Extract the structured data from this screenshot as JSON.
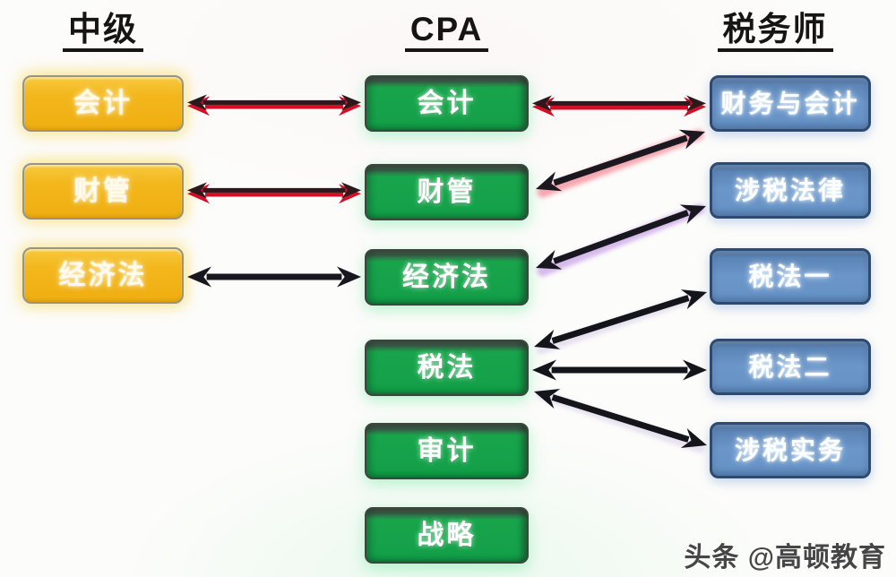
{
  "columns": [
    {
      "label": "中级",
      "box_color": "#f2b51d",
      "items": [
        {
          "id": "zhongji-kuaiji",
          "label": "会计"
        },
        {
          "id": "zhongji-caiguan",
          "label": "财管"
        },
        {
          "id": "zhongji-jingjifa",
          "label": "经济法"
        }
      ]
    },
    {
      "label": "CPA",
      "box_color": "#14a149",
      "items": [
        {
          "id": "cpa-kuaiji",
          "label": "会计"
        },
        {
          "id": "cpa-caiguan",
          "label": "财管"
        },
        {
          "id": "cpa-jingjifa",
          "label": "经济法"
        },
        {
          "id": "cpa-shuifa",
          "label": "税法"
        },
        {
          "id": "cpa-shenji",
          "label": "审计"
        },
        {
          "id": "cpa-zhanlve",
          "label": "战略"
        }
      ]
    },
    {
      "label": "税务师",
      "box_color": "#6491c4",
      "items": [
        {
          "id": "sws-caiwuyukuaiji",
          "label": "财务与会计"
        },
        {
          "id": "sws-sheshuifalv",
          "label": "涉税法律"
        },
        {
          "id": "sws-shuifa1",
          "label": "税法一"
        },
        {
          "id": "sws-shuifa2",
          "label": "税法二"
        },
        {
          "id": "sws-sheshuishiwu",
          "label": "涉税实务"
        }
      ]
    }
  ],
  "connections": [
    {
      "from": "zhongji-kuaiji",
      "to": "cpa-kuaiji",
      "direction": "both",
      "color": "red"
    },
    {
      "from": "cpa-kuaiji",
      "to": "sws-caiwuyukuaiji",
      "direction": "both",
      "color": "red"
    },
    {
      "from": "zhongji-caiguan",
      "to": "cpa-caiguan",
      "direction": "both",
      "color": "red"
    },
    {
      "from": "cpa-caiguan",
      "to": "sws-caiwuyukuaiji",
      "direction": "both",
      "color": "black-red"
    },
    {
      "from": "zhongji-jingjifa",
      "to": "cpa-jingjifa",
      "direction": "both",
      "color": "black-purple"
    },
    {
      "from": "cpa-jingjifa",
      "to": "sws-sheshuifalv",
      "direction": "both",
      "color": "black-purple"
    },
    {
      "from": "cpa-shuifa",
      "to": "sws-shuifa1",
      "direction": "both",
      "color": "black"
    },
    {
      "from": "cpa-shuifa",
      "to": "sws-shuifa2",
      "direction": "both",
      "color": "black"
    },
    {
      "from": "cpa-shuifa",
      "to": "sws-sheshuishiwu",
      "direction": "both",
      "color": "black"
    }
  ],
  "watermark": "头条 @高顿教育",
  "colors": {
    "yellow_box": "#f2b51d",
    "green_box": "#14a149",
    "blue_box": "#6491c4",
    "red_arrow": "#d11028",
    "dark_arrow": "#16161e",
    "header_text": "#171513"
  }
}
